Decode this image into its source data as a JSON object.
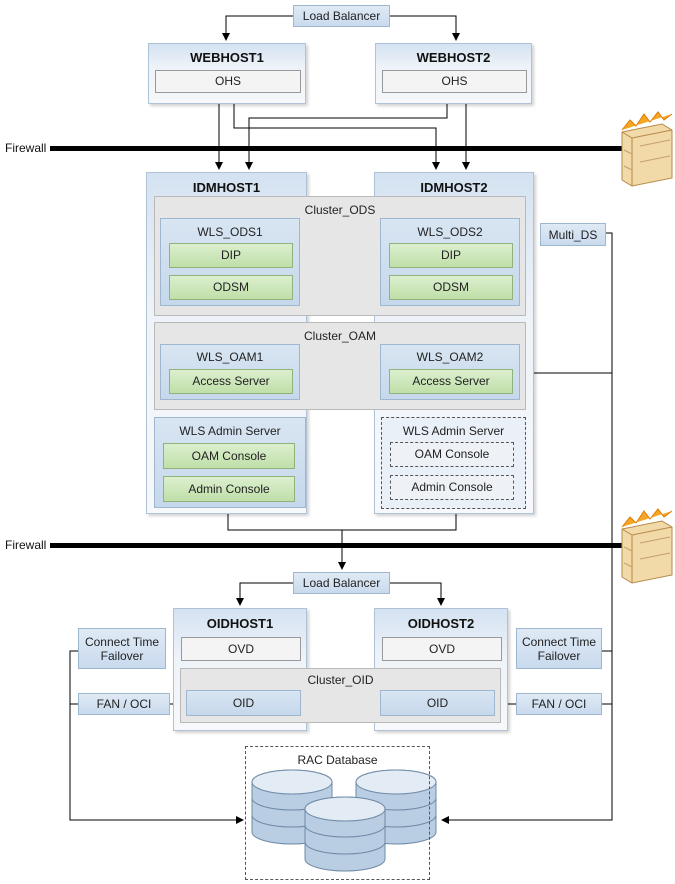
{
  "load_balancer_top": "Load Balancer",
  "load_balancer_mid": "Load Balancer",
  "firewall_top": "Firewall",
  "firewall_mid": "Firewall",
  "webhost1": {
    "title": "WEBHOST1",
    "component": "OHS"
  },
  "webhost2": {
    "title": "WEBHOST2",
    "component": "OHS"
  },
  "idmhost1": {
    "title": "IDMHOST1"
  },
  "idmhost2": {
    "title": "IDMHOST2"
  },
  "cluster_ods": {
    "title": "Cluster_ODS",
    "server1": {
      "title": "WLS_ODS1",
      "apps": [
        "DIP",
        "ODSM"
      ]
    },
    "server2": {
      "title": "WLS_ODS2",
      "apps": [
        "DIP",
        "ODSM"
      ]
    }
  },
  "cluster_oam": {
    "title": "Cluster_OAM",
    "server1": {
      "title": "WLS_OAM1",
      "app": "Access Server"
    },
    "server2": {
      "title": "WLS_OAM2",
      "app": "Access Server"
    }
  },
  "admin1": {
    "title": "WLS Admin Server",
    "apps": [
      "OAM Console",
      "Admin Console"
    ]
  },
  "admin2": {
    "title": "WLS Admin Server",
    "apps": [
      "OAM Console",
      "Admin Console"
    ]
  },
  "multi_ds": "Multi_DS",
  "oidhost1": {
    "title": "OIDHOST1",
    "ovd": "OVD",
    "oid": "OID"
  },
  "oidhost2": {
    "title": "OIDHOST2",
    "ovd": "OVD",
    "oid": "OID"
  },
  "cluster_oid": "Cluster_OID",
  "left_ctf": "Connect Time Failover",
  "right_ctf": "Connect Time Failover",
  "left_fan": "FAN / OCI",
  "right_fan": "FAN / OCI",
  "rac_database": "RAC Database",
  "colors": {
    "host_blue": "#c3d6ec",
    "component_green": "#bfdfa8",
    "cluster_gray": "#e6e6e6",
    "firewall_line": "#000000"
  }
}
